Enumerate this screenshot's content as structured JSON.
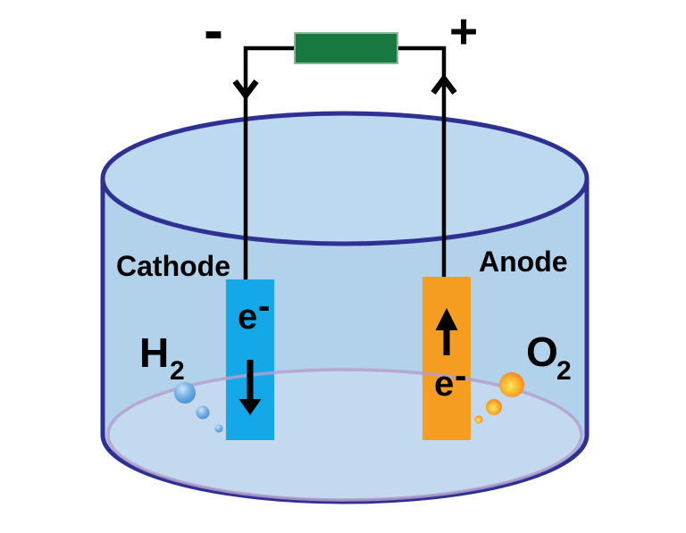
{
  "diagram": {
    "type": "water-electrolysis-cell",
    "labels": {
      "cathode": "Cathode",
      "anode": "Anode",
      "minus": "-",
      "plus": "+",
      "electron_base": "e",
      "electron_sup": "-",
      "hydrogen_base": "H",
      "hydrogen_sub": "2",
      "oxygen_base": "O",
      "oxygen_sub": "2"
    },
    "colors": {
      "container_outline": "#2e3192",
      "solution_body": "#b2d2ec",
      "solution_surface": "#bcd9f0",
      "solution_floor": "#c2d9ef",
      "liquid_line": "#b49fca",
      "cathode_electrode": "#14a8e9",
      "anode_electrode": "#f59d20",
      "battery": "#17793f",
      "battery_edge": "#7fba9a",
      "wire": "#000000",
      "text": "#000000",
      "h2_bubble_deep": "#3f8fd4",
      "o2_bubble_deep": "#ef6b1f"
    }
  }
}
